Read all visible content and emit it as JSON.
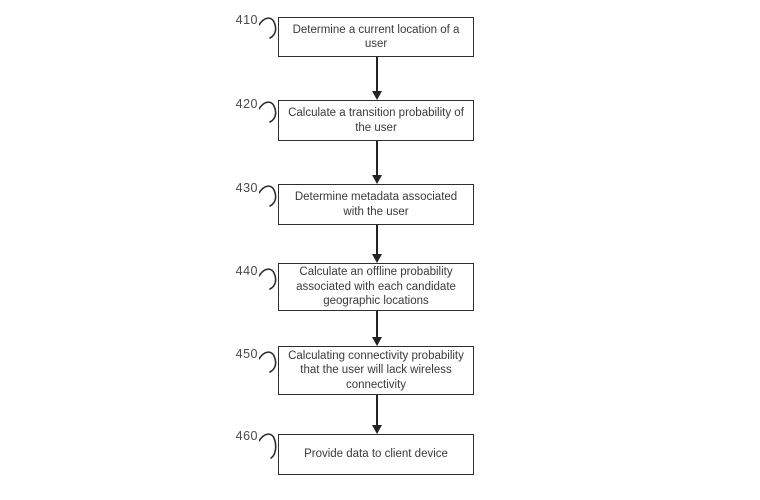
{
  "figure": {
    "type": "flowchart",
    "background_color": "#ffffff",
    "line_color": "#2e2e2e",
    "text_color": "#3a3a3a",
    "steps": [
      {
        "ref": "410",
        "label": "Determine a current location of a\nuser"
      },
      {
        "ref": "420",
        "label": "Calculate a transition probability of\nthe user"
      },
      {
        "ref": "430",
        "label": "Determine metadata associated\nwith the user"
      },
      {
        "ref": "440",
        "label": "Calculate an offline probability\nassociated with each candidate\ngeographic locations"
      },
      {
        "ref": "450",
        "label": "Calculating connectivity probability\nthat the user will lack wireless\nconnectivity"
      },
      {
        "ref": "460",
        "label": "Provide data to client device"
      }
    ]
  }
}
